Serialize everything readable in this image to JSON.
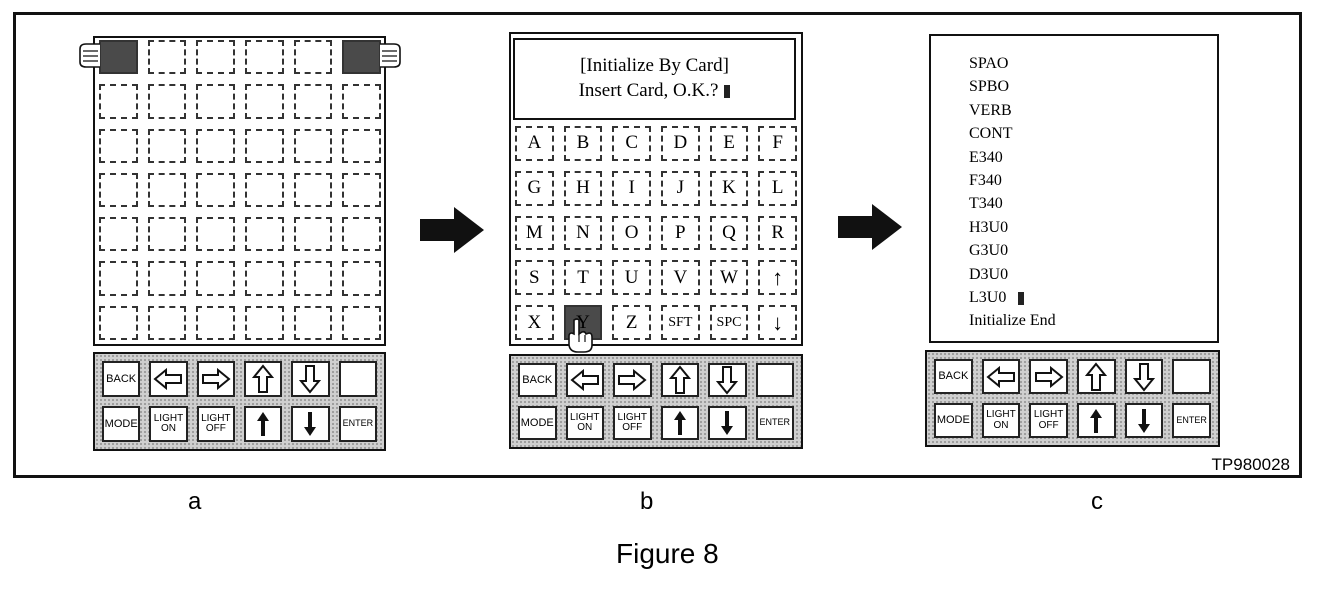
{
  "figure_title": "Figure 8",
  "ref_code": "TP980028",
  "panels": {
    "a": {
      "caption": "a"
    },
    "b": {
      "caption": "b",
      "screen_line1": "[Initialize By Card]",
      "screen_line2": "Insert Card, O.K.?",
      "keys": [
        "A",
        "B",
        "C",
        "D",
        "E",
        "F",
        "G",
        "H",
        "I",
        "J",
        "K",
        "L",
        "M",
        "N",
        "O",
        "P",
        "Q",
        "R",
        "S",
        "T",
        "U",
        "V",
        "W",
        "↑",
        "X",
        "Y",
        "Z",
        "SFT",
        "SPC",
        "↓"
      ]
    },
    "c": {
      "caption": "c",
      "lines": [
        "SPAO",
        "SPBO",
        "VERB",
        "CONT",
        "E340",
        "F340",
        "T340",
        "H3U0",
        "G3U0",
        "D3U0",
        "L3U0",
        "Initialize End"
      ]
    }
  },
  "keypad": {
    "back": "BACK",
    "mode": "MODE",
    "light_on": "LIGHT ON",
    "light_off": "LIGHT OFF",
    "enter": "ENTER",
    "icons": [
      "left-arrow-icon",
      "right-arrow-icon",
      "up-arrow-icon",
      "down-arrow-icon",
      "up-arrow-solid-icon",
      "down-arrow-solid-icon"
    ]
  }
}
